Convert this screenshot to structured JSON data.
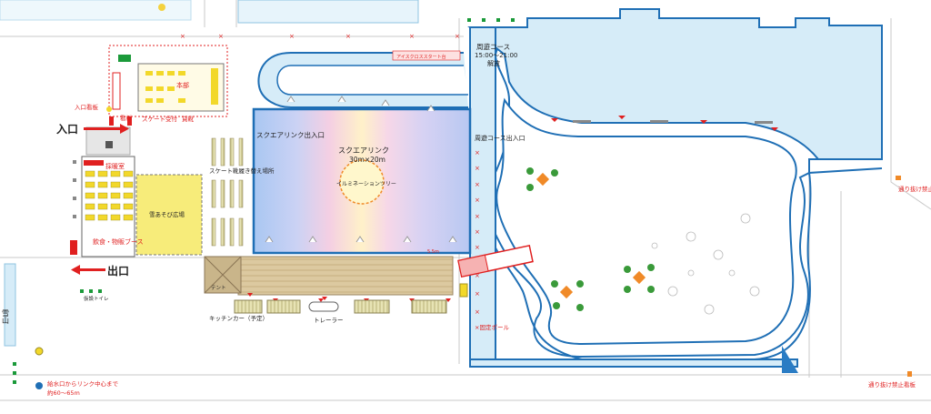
{
  "labels": {
    "loop_course": "周遊コース",
    "loop_hours": "15:00～21:00",
    "loop_open": "解放",
    "skate_start": "アイスクロススタート台",
    "main_office": "本部",
    "entrance_sign": "入口看板",
    "signboard": "看板",
    "skate_reception": "スケート受付",
    "rental_shoes": "貸靴",
    "entrance": "入口",
    "heating_room": "採暖室",
    "food_booths": "飲食・物販ブース",
    "snow_play": "雪あそび広場",
    "shoe_change": "スケート靴履き替え場所",
    "square_rink_gate": "スクエアリンク出入口",
    "square_rink": "スクエアリンク",
    "square_rink_size": "30m×20m",
    "illumination_tree": "イルミネーションツリー",
    "loop_gate": "周遊コース出入口",
    "exit": "出口",
    "tent": "テント",
    "kitchen_car": "キッチンカー（予定）",
    "trailer": "トレーラー",
    "fixed_pole": "×固定ポール",
    "snow_mountain": "雪山",
    "water_inlet": "給水口からリンク中心まで",
    "water_distance": "約60～65m",
    "no_through_sign": "通り抜け禁止看板",
    "no_through_sign_2": "通り抜け禁止看板",
    "toilet_legend": "仮設トイレ",
    "rink_width": "5.5m"
  },
  "colors": {
    "rink_border": "#1f6fb5",
    "rink_fill": "#d6ecf8",
    "label_red": "#e02020",
    "snow_play_fill": "#f7ec7a",
    "deck_fill": "#d9c9a3"
  },
  "icons": [
    "tree-icon",
    "bench-icon",
    "pole-icon",
    "arrow-icon"
  ]
}
